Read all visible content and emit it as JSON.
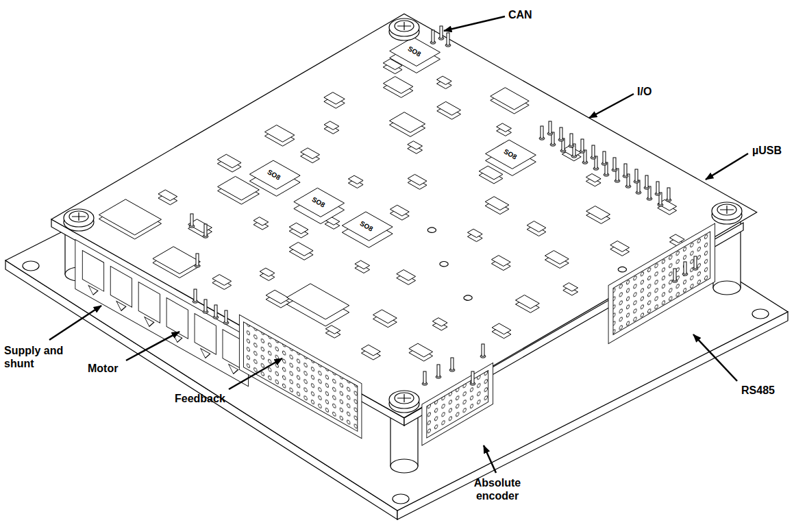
{
  "diagram": {
    "labels": [
      "CAN",
      "SO8",
      "I/O",
      "µUSB",
      "SO8",
      "SO8",
      "SO8",
      "SO8",
      "RS485",
      "Supply and shunt",
      "Motor",
      "Feedback",
      "Absolute encoder"
    ]
  }
}
